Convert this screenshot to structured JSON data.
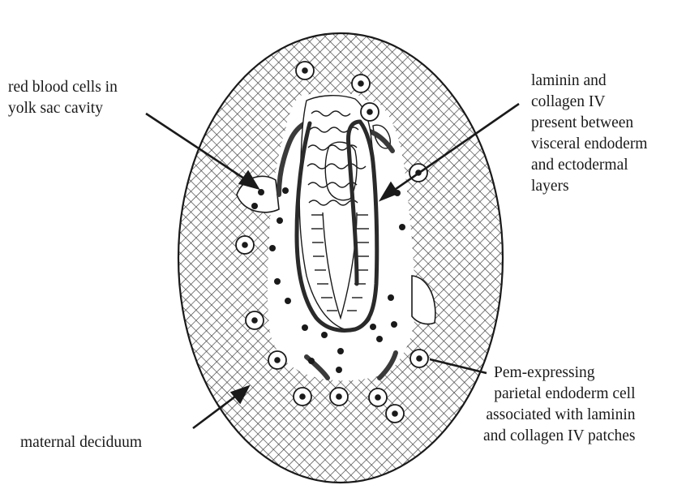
{
  "labels": {
    "rbc": [
      "red blood cells in",
      "yolk sac cavity"
    ],
    "laminin": [
      "laminin and",
      "collagen IV",
      "present between",
      "visceral endoderm",
      "and ectodermal",
      "layers"
    ],
    "pem": [
      "Pem-expressing",
      "parietal endoderm cell",
      "associated with laminin",
      "and collagen IV patches"
    ],
    "decidua": [
      "maternal deciduum"
    ]
  },
  "colors": {
    "ink": "#1a1a1a",
    "hatch": "#3a3a3a",
    "cavity": "#ffffff"
  }
}
